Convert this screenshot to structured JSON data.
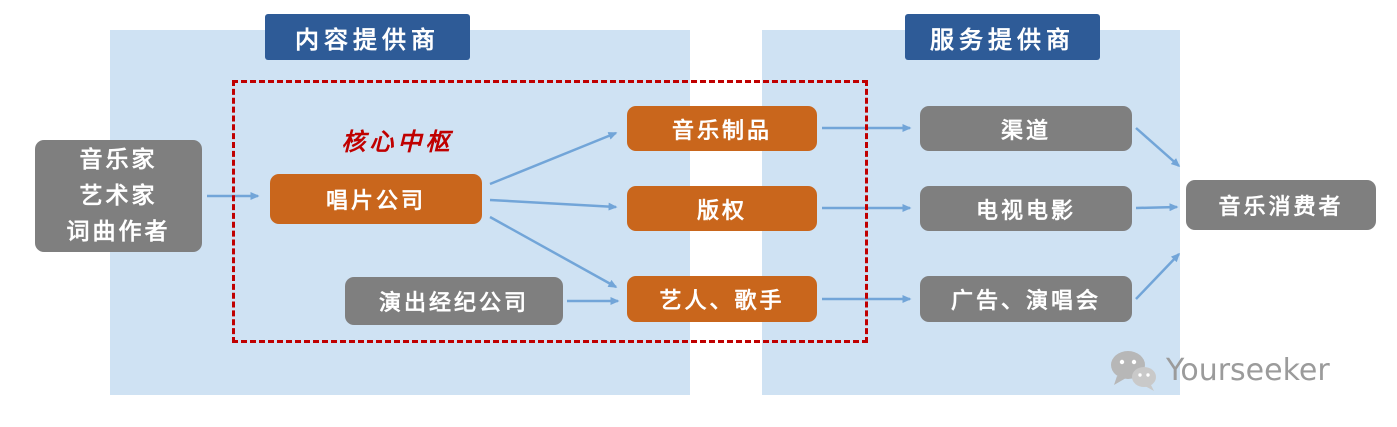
{
  "headers": {
    "content_provider": "内容提供商",
    "service_provider": "服务提供商"
  },
  "core_hub": {
    "label": "核心中枢"
  },
  "nodes": {
    "creators": {
      "line1": "音乐家",
      "line2": "艺术家",
      "line3": "词曲作者"
    },
    "record_company": "唱片公司",
    "performance_agency": "演出经纪公司",
    "music_products": "音乐制品",
    "copyright": "版权",
    "artists_singers": "艺人、歌手",
    "channels": "渠道",
    "tv_film": "电视电影",
    "ads_concerts": "广告、演唱会",
    "music_consumers": "音乐消费者"
  },
  "watermark": {
    "brand": "Yourseeker",
    "icon": "wechat-icon"
  },
  "colors": {
    "panel_blue": "#cfe2f3",
    "header_blue": "#2e5b97",
    "box_orange": "#c9661c",
    "box_gray": "#7f7f7f",
    "dashed_red": "#c00000",
    "arrow_blue": "#72a5d8",
    "watermark_gray": "#9b9b9b"
  }
}
